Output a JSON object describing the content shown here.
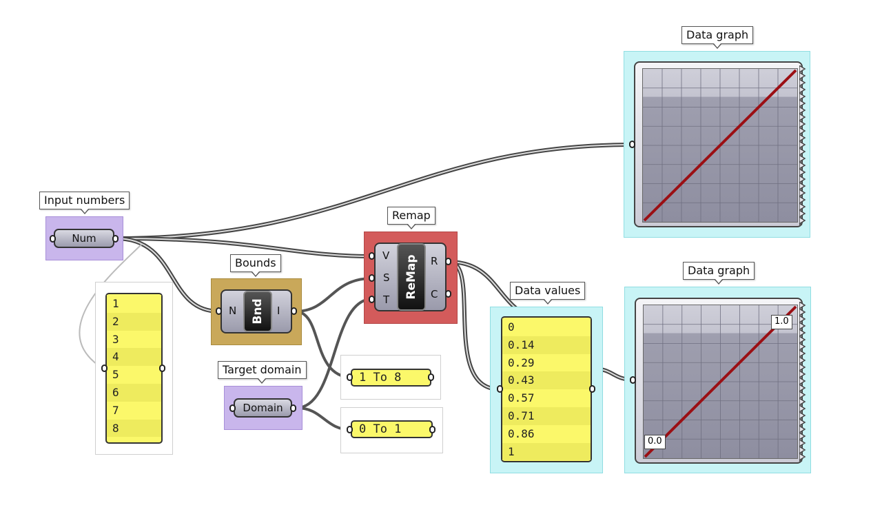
{
  "labels": {
    "input_numbers": "Input numbers",
    "bounds": "Bounds",
    "remap": "Remap",
    "target_domain": "Target domain",
    "data_values": "Data values",
    "data_graph_top": "Data graph",
    "data_graph_bottom": "Data graph"
  },
  "num_param": {
    "label": "Num"
  },
  "domain_param": {
    "label": "Domain"
  },
  "bounds_component": {
    "core_label": "Bnd",
    "input_port": "N",
    "output_port": "I"
  },
  "remap_component": {
    "core_label": "ReMap",
    "input_ports": [
      "V",
      "S",
      "T"
    ],
    "output_ports": [
      "R",
      "C"
    ]
  },
  "input_panel": {
    "values": [
      "1",
      "2",
      "3",
      "4",
      "5",
      "6",
      "7",
      "8"
    ]
  },
  "bounds_panel": {
    "text": "1 To 8"
  },
  "domain_panel": {
    "text": "0 To 1"
  },
  "data_values_panel": {
    "values": [
      "0",
      "0.14",
      "0.29",
      "0.43",
      "0.57",
      "0.71",
      "0.86",
      "1"
    ]
  },
  "graph_bottom": {
    "min_tag": "0.0",
    "max_tag": "1.0"
  },
  "colors": {
    "param_group": "#c9b6ec",
    "bounds_group": "#c9a85a",
    "remap_group": "#d35b5b",
    "graph_group": "#c8f4f6",
    "panel": "#fbf86a",
    "graph_line": "#9b0f14"
  }
}
